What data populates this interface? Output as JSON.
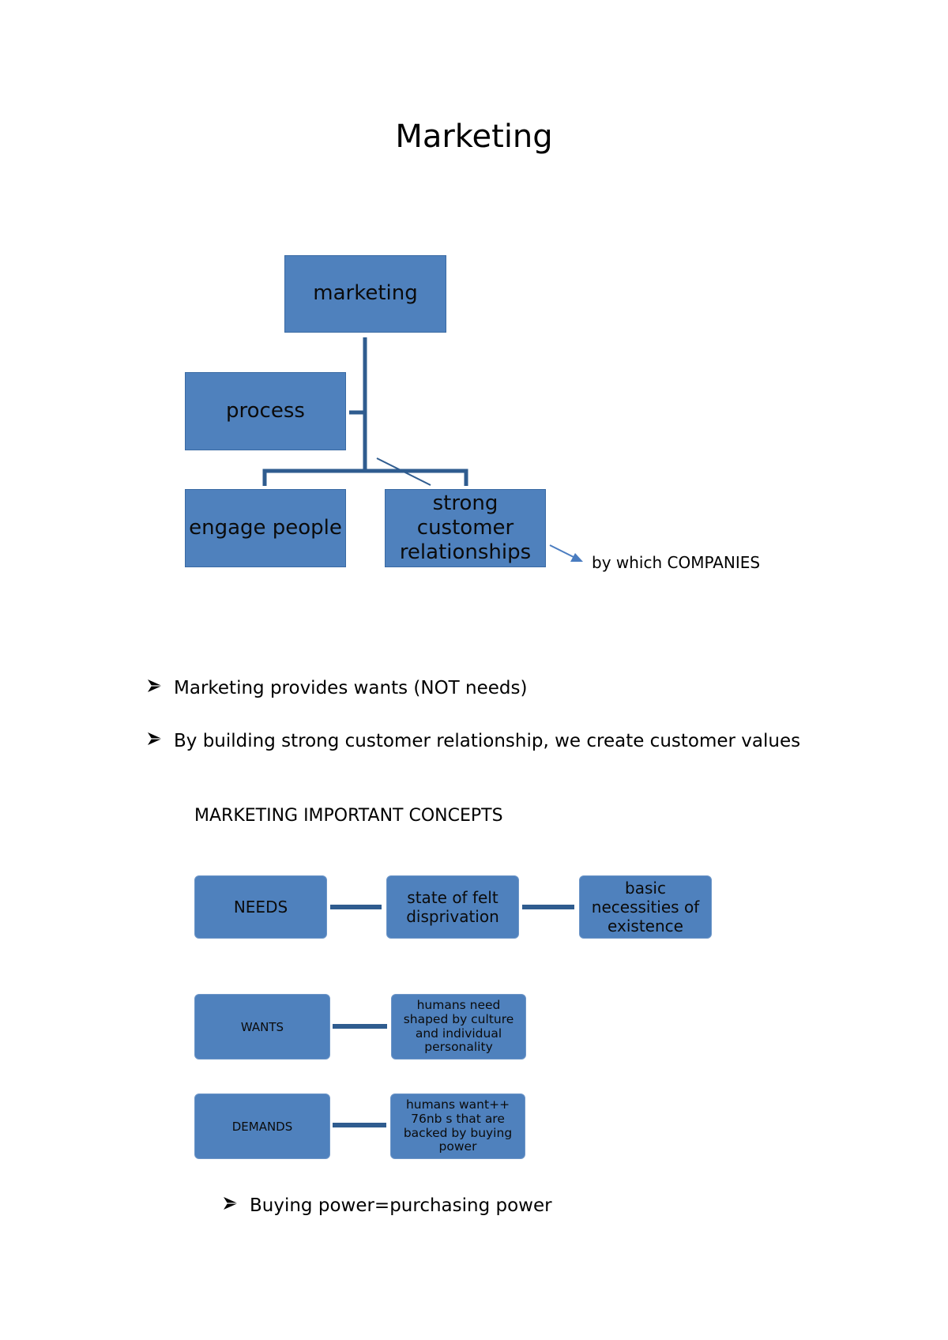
{
  "title": "Marketing",
  "org_chart": {
    "root": "marketing",
    "assistant": "process",
    "children": [
      "engage people",
      "strong customer relationships"
    ],
    "note": "by which COMPANIES"
  },
  "bullets": [
    "Marketing provides wants (NOT needs)",
    "By building strong customer relationship, we create customer values"
  ],
  "section_heading": "MARKETING IMPORTANT CONCEPTS",
  "concepts": {
    "needs": {
      "term": "NEEDS",
      "definition_1": "state of felt disprivation",
      "definition_2": "basic necessities of existence"
    },
    "wants": {
      "term": "WANTS",
      "definition": "humans need shaped by culture and individual  personality"
    },
    "demands": {
      "term": "DEMANDS",
      "definition": "humans want++ 76nb s that are backed by buying power"
    }
  },
  "final_bullet": "Buying power=purchasing power",
  "colors": {
    "box_fill": "#4f81bd",
    "connector": "#2f5c8f",
    "arrow": "#4a7cc0"
  },
  "icons": {
    "bullet": "arrow-bullet-icon"
  }
}
